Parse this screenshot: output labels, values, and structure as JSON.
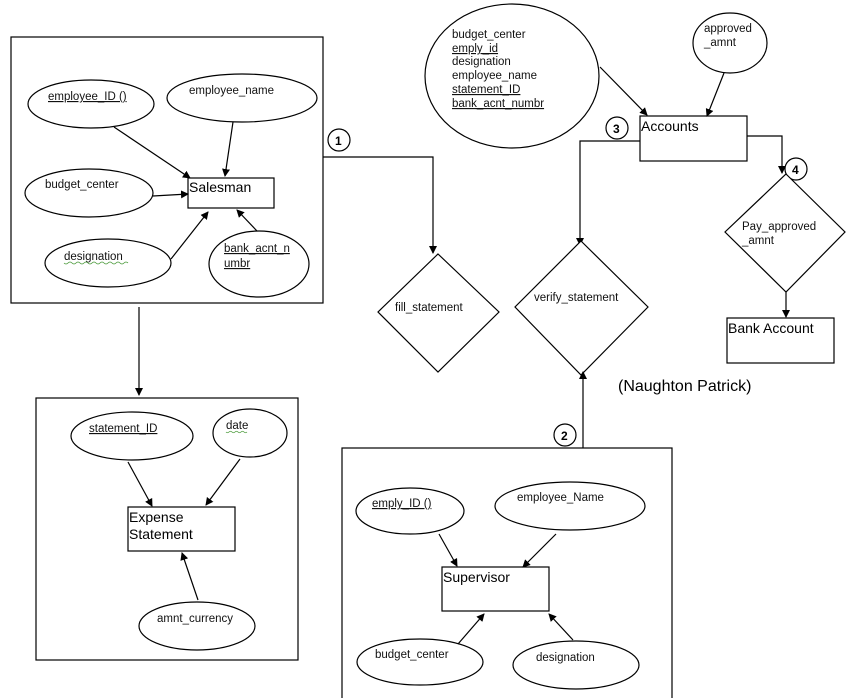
{
  "diagram": {
    "type": "entity-relationship / data flow diagram",
    "author": "(Naughton Patrick)",
    "entities": {
      "salesman": {
        "label": "Salesman",
        "attributes": [
          {
            "label": "employee_ID ()",
            "key": true
          },
          {
            "label": "employee_name",
            "key": false
          },
          {
            "label": "budget_center",
            "key": false
          },
          {
            "label": "designation",
            "key": false
          },
          {
            "label_line1": "bank_acnt_n",
            "label_line2": "umbr",
            "key": true
          }
        ]
      },
      "expense_statement": {
        "label_line1": "Expense",
        "label_line2": "Statement",
        "attributes": [
          {
            "label": "statement_ID",
            "key": true
          },
          {
            "label": "date",
            "key": false
          },
          {
            "label": "amnt_currency",
            "key": false
          }
        ]
      },
      "supervisor": {
        "label": "Supervisor",
        "attributes": [
          {
            "label": "emply_ID ()",
            "key": true
          },
          {
            "label": "employee_Name",
            "key": false
          },
          {
            "label": "budget_center",
            "key": false
          },
          {
            "label": "designation",
            "key": false
          }
        ]
      },
      "accounts": {
        "label": "Accounts",
        "attributes_group": [
          {
            "label": "budget_center",
            "key": false
          },
          {
            "label": "emply_id",
            "key": true
          },
          {
            "label": "designation",
            "key": false
          },
          {
            "label": "employee_name",
            "key": false
          },
          {
            "label": "statement_ID",
            "key": true
          },
          {
            "label": "bank_acnt_numbr",
            "key": true
          }
        ],
        "approved_attr_line1": "approved",
        "approved_attr_line2": "_amnt"
      },
      "bank_account": {
        "label": "Bank Account"
      }
    },
    "relationships": {
      "fill_statement": "fill_statement",
      "verify_statement": "verify_statement",
      "pay_approved_line1": "Pay_approved",
      "pay_approved_line2": "_amnt"
    },
    "step_markers": [
      "1",
      "2",
      "3",
      "4"
    ]
  }
}
